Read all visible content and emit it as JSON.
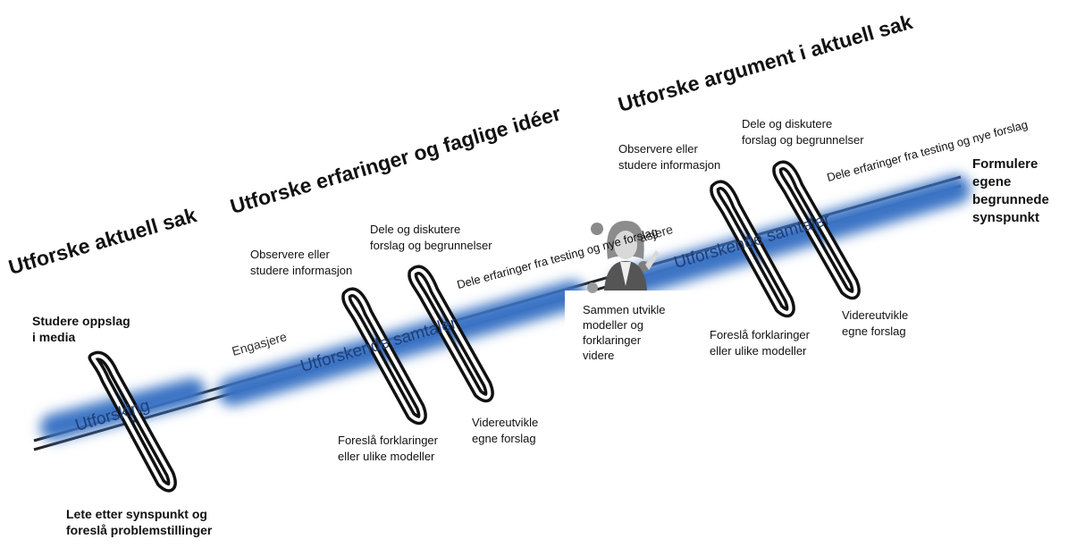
{
  "phase_titles": {
    "sak": "Utforske aktuell sak",
    "ideer": "Utforske erfaringer og faglige idéer",
    "argument": "Utforske argument i aktuell sak"
  },
  "band_labels": {
    "utforsking": "Utforsking",
    "samtaler_1": "Utforskende samtaler",
    "samtaler_2": "Utforskende samtaler",
    "engasjere": "Engasjere",
    "engasjere_partial": "asjere"
  },
  "phase1": {
    "studere": "Studere oppslag\ni media",
    "lete": "Lete etter synspunkt  og\nforeslå problemstillinger"
  },
  "phase2": {
    "observere": "Observere eller\nstudere  informasjon",
    "dele_diskutere": "Dele og diskutere\nforslag og begrunnelser",
    "dele_erfaringer": "Dele erfaringer fra\ntesting og nye forslag",
    "foresla": "Foreslå forklaringer\neller ulike modeller",
    "videreutvikle": "Videreutvikle\negne forslag"
  },
  "phase3": {
    "observere": "Observere eller\nstudere  informasjon",
    "dele_diskutere": "Dele og diskutere\nforslag og begrunnelser",
    "dele_erfaringer": "Dele erfaringer fra\ntesting og nye forslag",
    "foresla": "Foreslå forklaringer\neller ulike modeller",
    "videreutvikle": "Videreutvikle\negne forslag"
  },
  "teacher_caption": "Sammen utvikle\nmodeller og\nforklaringer\nvidere",
  "end_label": "Formulere\negene\nbegrunnede\nsynspunkt",
  "colors": {
    "band": "#3b73c4",
    "text": "#111111",
    "coil": "#111111"
  }
}
